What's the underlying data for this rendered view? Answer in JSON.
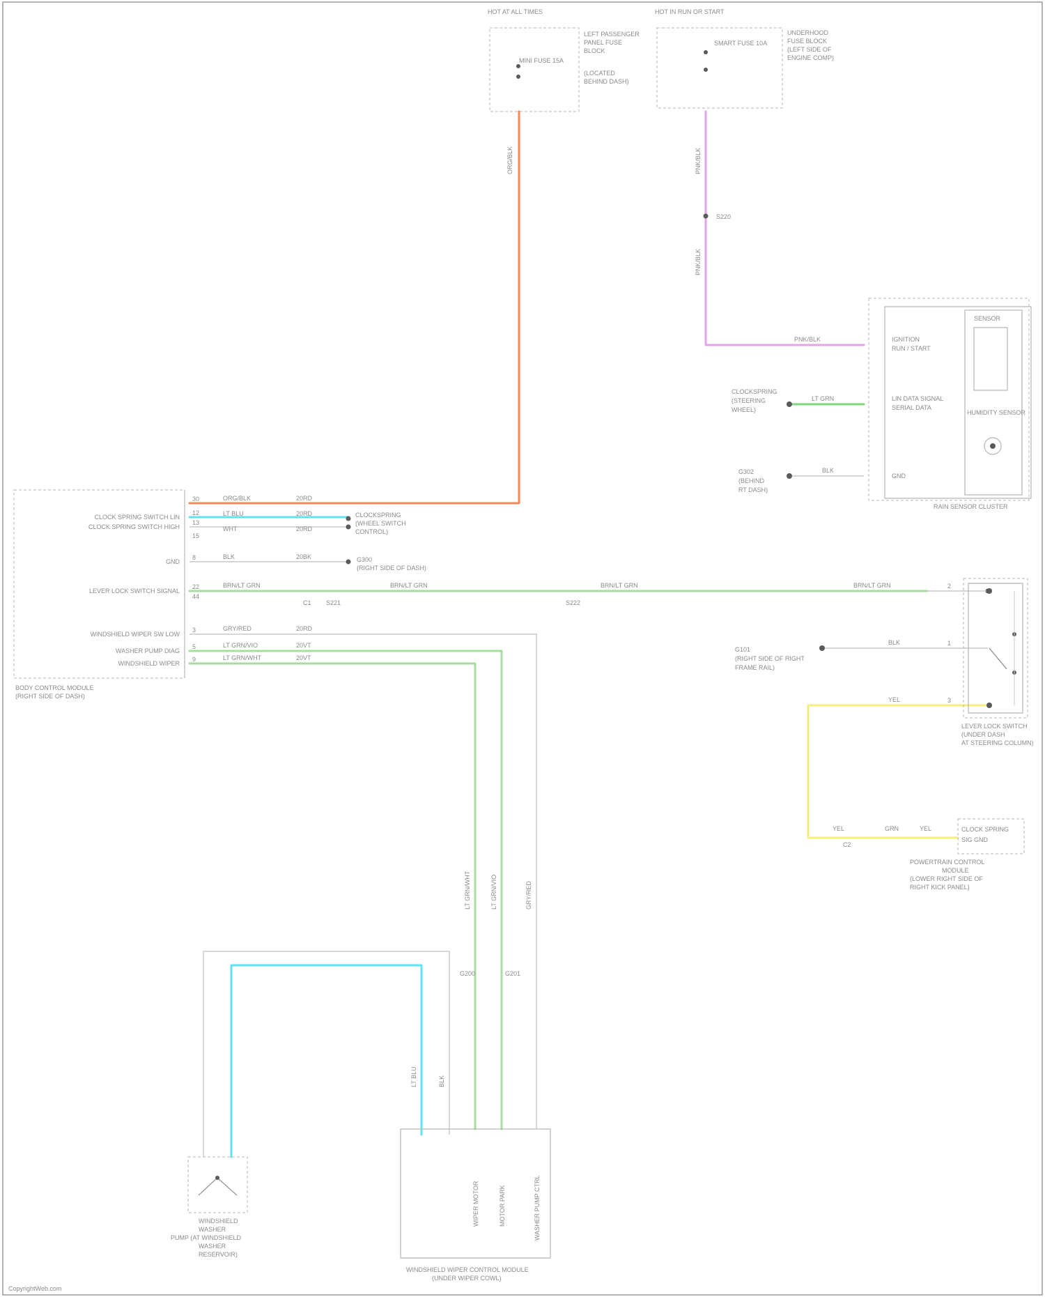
{
  "colors": {
    "orange": "#f08a5d",
    "pink": "#e3a3e8",
    "green": "#7ed67e",
    "lightgreen": "#a8dca0",
    "cyan": "#5fe3f0",
    "yellow": "#f3ef7a",
    "gray": "#b8b8b8",
    "frame": "#9a9a9a"
  },
  "components": {
    "fuse_block_left": {
      "header": "HOT AT ALL TIMES",
      "fuse": "MINI FUSE 15A",
      "side": [
        "LEFT PASSENGER",
        "PANEL FUSE",
        "BLOCK",
        "(LOCATED",
        "BEHIND DASH)"
      ]
    },
    "fuse_block_right": {
      "header": "HOT IN RUN OR START",
      "fuse": "SMART FUSE 10A",
      "side": [
        "UNDERHOOD",
        "FUSE BLOCK",
        "(LEFT SIDE OF",
        "ENGINE COMP)"
      ]
    },
    "bcm": {
      "name": [
        "BODY CONTROL MODULE",
        "(RIGHT SIDE OF DASH)"
      ],
      "labels": [
        "",
        "CLOCK SPRING SWITCH LIN",
        "CLOCK SPRING SWITCH HIGH",
        "",
        "GND",
        "LEVER LOCK SWITCH SIGNAL",
        "",
        "WINDSHIELD WIPER SW LOW",
        "WASHER PUMP DIAG",
        "WINDSHIELD WIPER"
      ],
      "pins": [
        "30",
        "12",
        "13",
        "15",
        "8",
        "22",
        "44",
        "3",
        "5",
        "9"
      ]
    },
    "sensor": {
      "name": "RAIN SENSOR CLUSTER",
      "lines": [
        "IGNITION",
        "RUN / START",
        "LIN DATA SIGNAL",
        "SERIAL DATA",
        "GND"
      ],
      "element_1": "SENSOR",
      "element_2": "HUMIDITY SENSOR"
    },
    "lever_switch": {
      "name": [
        "LEVER LOCK SWITCH",
        "(UNDER DASH",
        "AT STEERING COLUMN)"
      ],
      "pins": [
        "2",
        "1",
        "3"
      ]
    },
    "ptcm": {
      "label": "CLOCK SPRING",
      "sub": "SIG GND",
      "name": [
        "POWERTRAIN CONTROL",
        "MODULE",
        "(LOWER RIGHT SIDE OF",
        "RIGHT KICK PANEL)"
      ]
    },
    "washer_pump": {
      "name": [
        "WINDSHIELD",
        "WASHER",
        "PUMP (AT WINDSHIELD",
        "WASHER",
        "RESERVOIR)"
      ]
    },
    "wiper_module": {
      "name": [
        "WINDSHIELD WIPER CONTROL MODULE",
        "(UNDER WIPER COWL)"
      ],
      "pins": [
        "WIPER MOTOR",
        "MOTOR PARK",
        "WASHER PUMP CTRL"
      ]
    }
  },
  "wire_labels": {
    "orange_v": "ORG/BLK",
    "pink_v1": "PNK/BLK",
    "pink_v2": "PNK/BLK",
    "pink_h": "PNK/BLK",
    "green_sensor": "LT GRN",
    "gray_sensor": "BLK",
    "bcm_30": "ORG/BLK",
    "bcm_30_b": "20RD",
    "bcm_12": "LT BLU",
    "bcm_12_b": "20RD",
    "bcm_13": "WHT",
    "bcm_13_b": "20RD",
    "bcm_8": "BLK",
    "bcm_8_b": "20BK",
    "bcm_22_a": "BRN/LT GRN",
    "bcm_22_b": "BRN/LT GRN",
    "bcm_22_c": "BRN/LT GRN",
    "bcm_22_d": "BRN/LT GRN",
    "bcm_3": "GRY/RED",
    "bcm_3_b": "20RD",
    "bcm_5": "LT GRN/VIO",
    "bcm_5_b": "20VT",
    "bcm_9": "LT GRN/WHT",
    "bcm_9_b": "20VT",
    "lever_2": "BLK",
    "lever_3": "YEL",
    "ptcm_a": "YEL",
    "ptcm_b": "GRN",
    "ptcm_c": "YEL",
    "v_green_1": "LT GRN/WHT",
    "v_green_2": "LT GRN/VIO",
    "v_gray": "GRY/RED",
    "v_cyan": "LT BLU",
    "v_gray2": "BLK"
  },
  "splices": {
    "s1": "S220",
    "s2": "S221",
    "s3": "S222",
    "c1": "C1",
    "c2": "C2",
    "g1": "G200",
    "g2": "G201"
  },
  "grounds": {
    "g_sensor": [
      "G302",
      "(BEHIND",
      "RT DASH)"
    ],
    "g_bcm": [
      "G300",
      "(RIGHT SIDE OF DASH)"
    ],
    "g_lever": [
      "G101",
      "(RIGHT SIDE OF RIGHT",
      "FRAME RAIL)"
    ],
    "lin_ref": [
      "CLOCKSPRING",
      "(STEERING",
      "WHEEL)"
    ],
    "lin_ref2": [
      "CLOCKSPRING",
      "(WHEEL SWITCH",
      "CONTROL)"
    ]
  },
  "footer": "CopyrightWeb.com"
}
